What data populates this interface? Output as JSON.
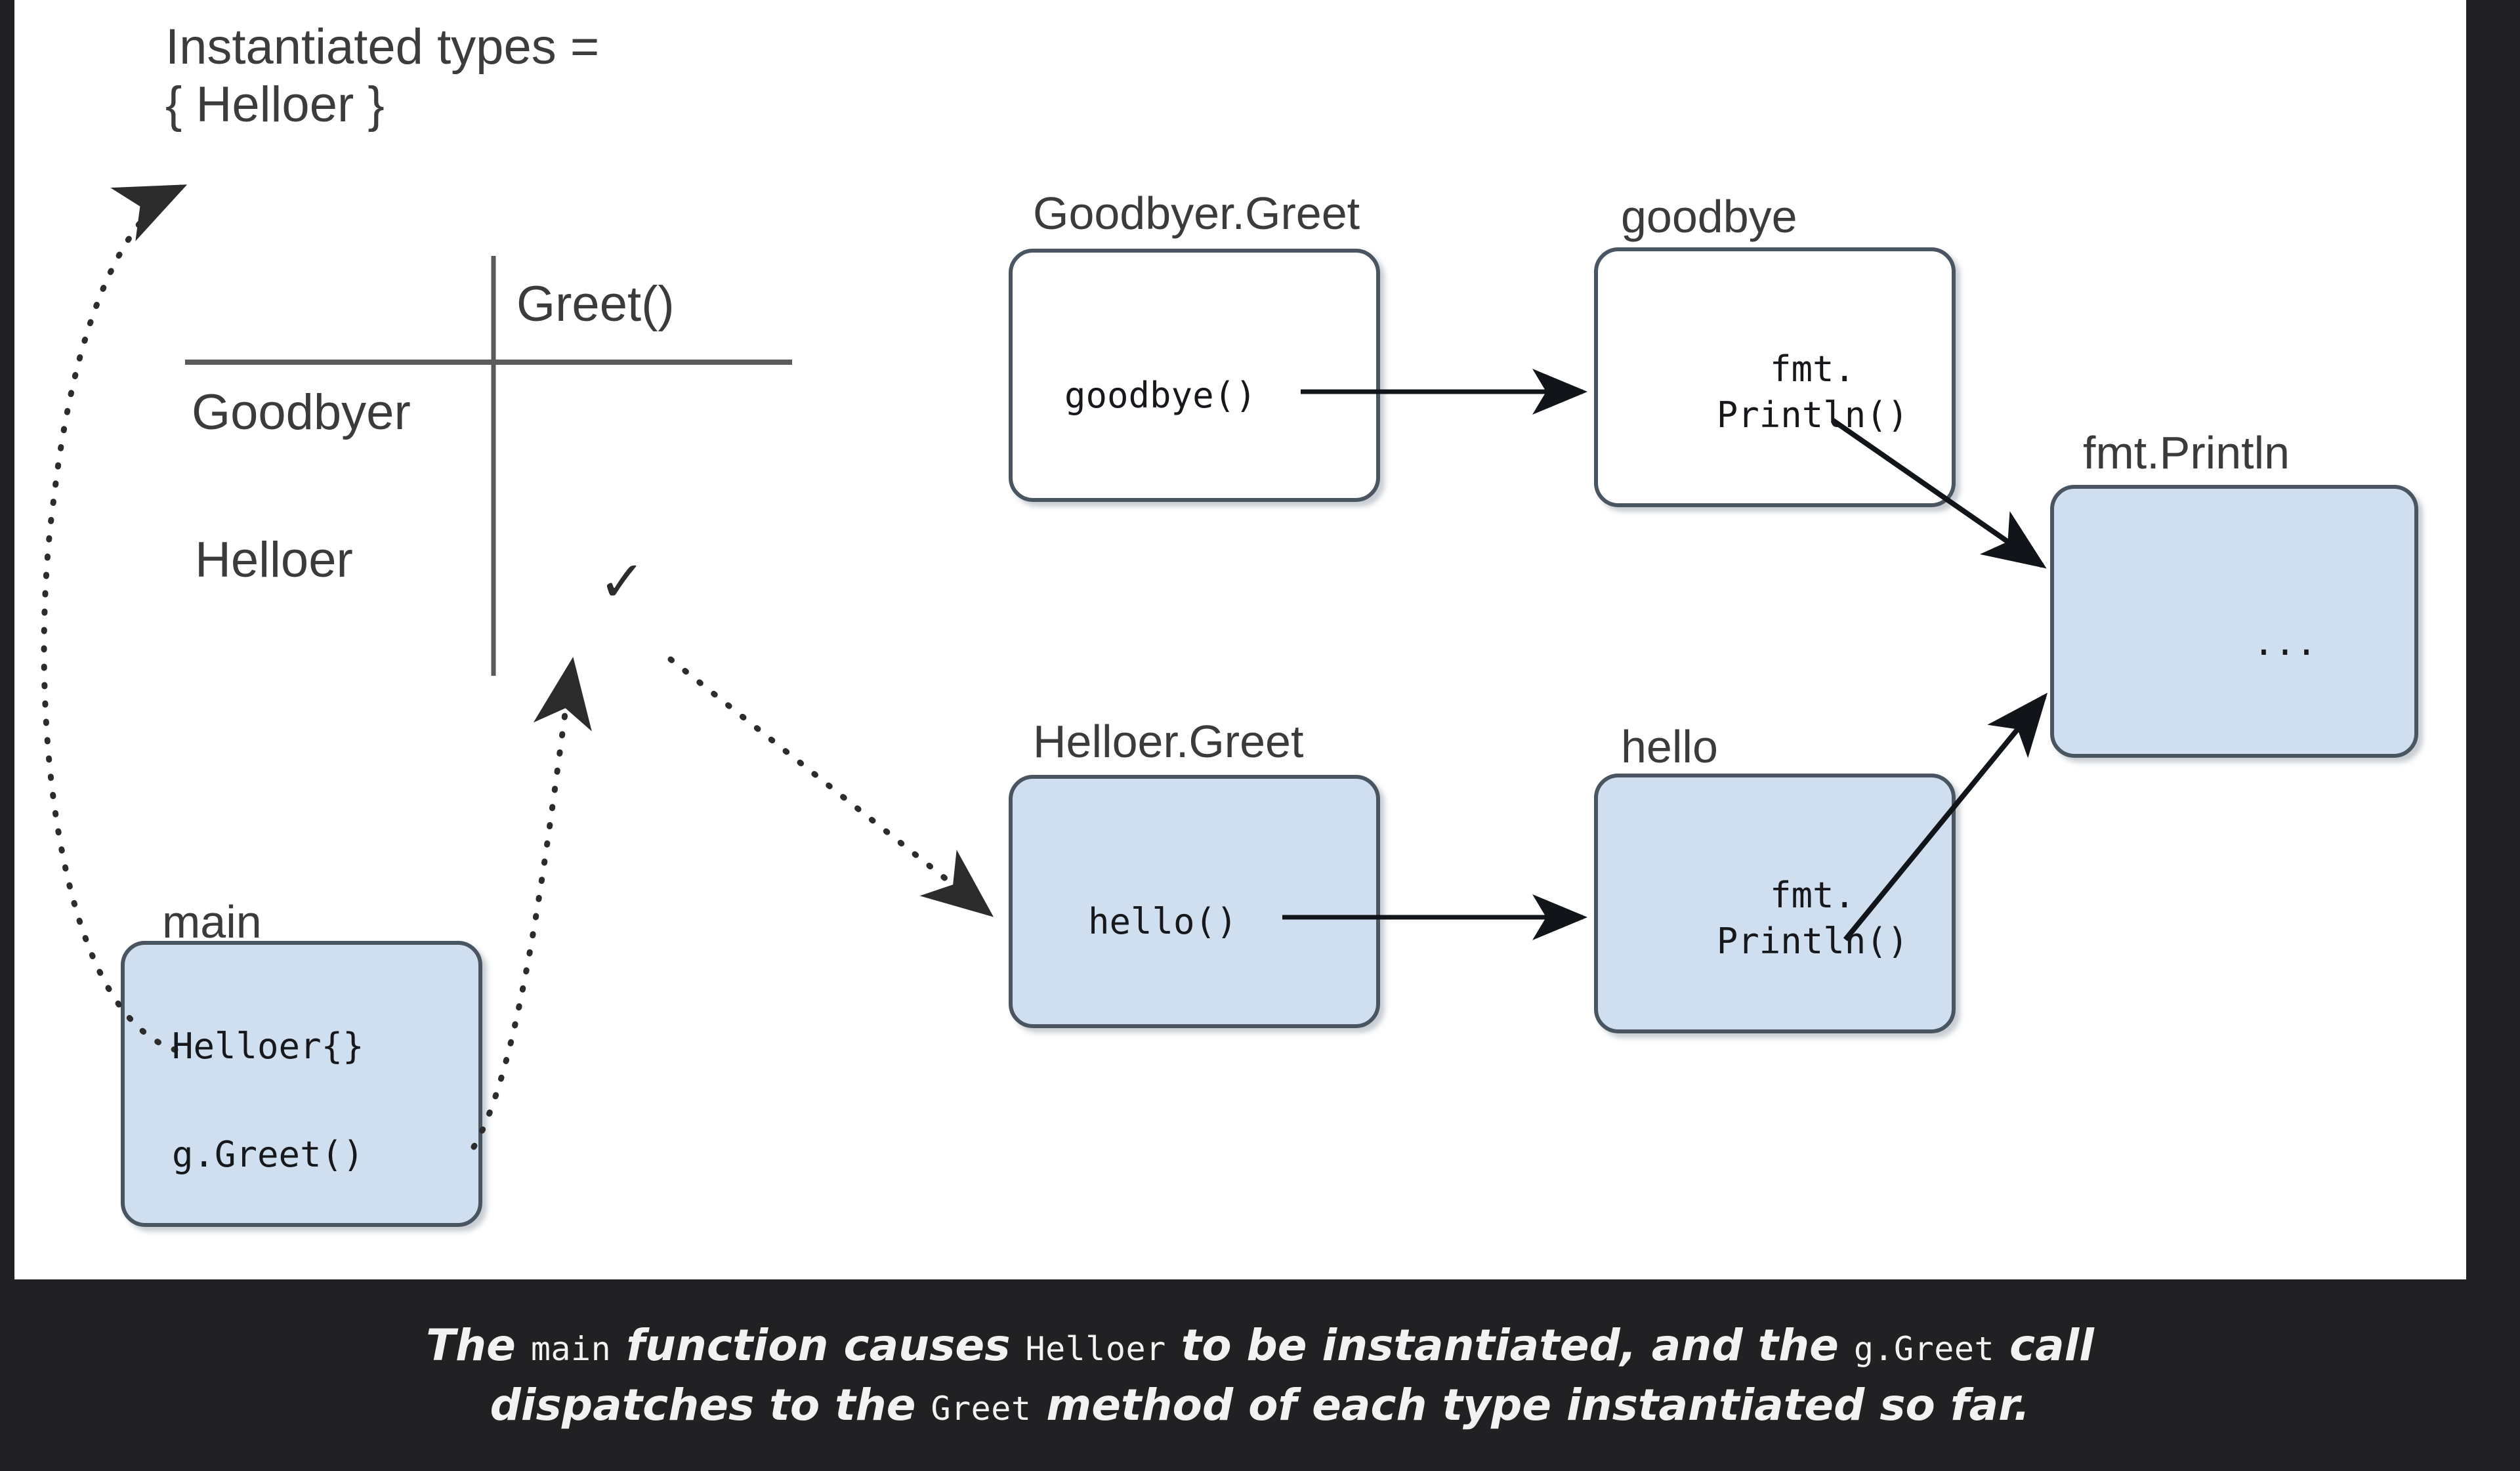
{
  "canvas": {
    "background_color": "#ffffff",
    "page_background_color": "#212124",
    "box_fill_active": "#cfdff0",
    "box_fill_inactive": "#ffffff",
    "box_stroke": "#4a5560",
    "text_color": "#3b3b3b"
  },
  "instantiated_types": {
    "line1": "Instantiated types =",
    "line2": "{ Helloer }"
  },
  "dispatch_table": {
    "column_header": "Greet()",
    "rows": [
      {
        "type": "Goodbyer",
        "greet_marked": false,
        "mark": ""
      },
      {
        "type": "Helloer",
        "greet_marked": true,
        "mark": "✓"
      }
    ]
  },
  "boxes": {
    "main": {
      "label": "main",
      "fill": "#cfdff0",
      "lines": [
        "Helloer{}",
        "g.Greet()"
      ]
    },
    "goodbyer_greet": {
      "label": "Goodbyer.Greet",
      "fill": "#ffffff",
      "lines": [
        "goodbye()"
      ]
    },
    "goodbye": {
      "label": "goodbye",
      "fill": "#ffffff",
      "lines": [
        "fmt.",
        "Println()"
      ]
    },
    "helloer_greet": {
      "label": "Helloer.Greet",
      "fill": "#cfdff0",
      "lines": [
        "hello()"
      ]
    },
    "hello": {
      "label": "hello",
      "fill": "#cfdff0",
      "lines": [
        "fmt.",
        "Println()"
      ]
    },
    "fmt_println": {
      "label": "fmt.Println",
      "fill": "#cfdff0",
      "lines": [
        "..."
      ]
    }
  },
  "arrows": [
    {
      "name": "goodbyer-greet-to-goodbye",
      "style": "solid",
      "from": "goodbyer_greet",
      "to": "goodbye"
    },
    {
      "name": "goodbye-to-fmt-println",
      "style": "solid",
      "from": "goodbye",
      "to": "fmt_println"
    },
    {
      "name": "helloer-greet-to-hello",
      "style": "solid",
      "from": "helloer_greet",
      "to": "hello"
    },
    {
      "name": "hello-to-fmt-println",
      "style": "solid",
      "from": "hello",
      "to": "fmt_println"
    },
    {
      "name": "main-helloer-to-instantiated-types",
      "style": "dotted",
      "from": "main",
      "to": "instantiated_types"
    },
    {
      "name": "main-ggreet-to-check",
      "style": "dotted",
      "from": "main",
      "to": "dispatch_table_check"
    },
    {
      "name": "check-to-helloer-greet",
      "style": "dotted",
      "from": "dispatch_table_check",
      "to": "helloer_greet"
    }
  ],
  "caption": {
    "line1_parts": [
      {
        "t": "The ",
        "code": false
      },
      {
        "t": "main",
        "code": true
      },
      {
        "t": " function causes ",
        "code": false
      },
      {
        "t": "Helloer",
        "code": true
      },
      {
        "t": " to be instantiated, and the ",
        "code": false
      },
      {
        "t": "g.Greet",
        "code": true
      },
      {
        "t": " call",
        "code": false
      }
    ],
    "line2_parts": [
      {
        "t": "dispatches to the ",
        "code": false
      },
      {
        "t": "Greet",
        "code": true
      },
      {
        "t": " method of each type instantiated so far.",
        "code": false
      }
    ]
  }
}
